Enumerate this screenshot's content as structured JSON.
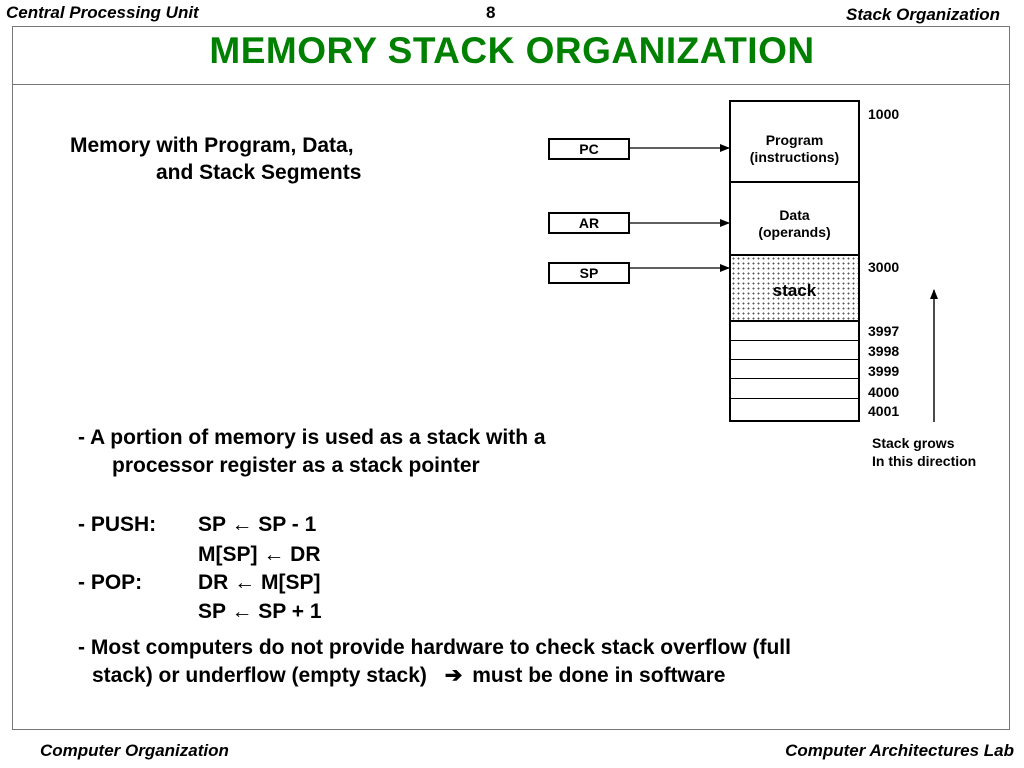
{
  "header": {
    "left": "Central Processing Unit",
    "page_number": "8",
    "right": "Stack Organization"
  },
  "slide_title": "MEMORY  STACK  ORGANIZATION",
  "subtitle": {
    "line1": "Memory with Program, Data,",
    "line2": "and Stack Segments"
  },
  "registers": {
    "pc": "PC",
    "ar": "AR",
    "sp": "SP"
  },
  "memory": {
    "program": [
      "Program",
      "(instructions)"
    ],
    "data": [
      "Data",
      "(operands)"
    ],
    "stack": "stack",
    "addresses": {
      "a1000": "1000",
      "a3000": "3000",
      "a3997": "3997",
      "a3998": "3998",
      "a3999": "3999",
      "a4000": "4000",
      "a4001": "4001"
    }
  },
  "stack_grows": [
    "Stack grows",
    "In this direction"
  ],
  "bullets": {
    "portion_1": "- A portion of memory is used as a stack with a",
    "portion_2": "processor register as a stack pointer",
    "push_label": "- PUSH:",
    "push_op1": "SP ← SP - 1",
    "push_op2": "M[SP] ← DR",
    "pop_label": "- POP:",
    "pop_op1": "DR ← M[SP]",
    "pop_op2": "SP ← SP + 1",
    "overflow_1": "- Most computers do not provide hardware to check stack overflow (full",
    "overflow_2_a": "stack) or underflow (empty stack)",
    "overflow_2_b": "must be done in software"
  },
  "footer": {
    "left": "Computer Organization",
    "right": "Computer Architectures Lab"
  }
}
